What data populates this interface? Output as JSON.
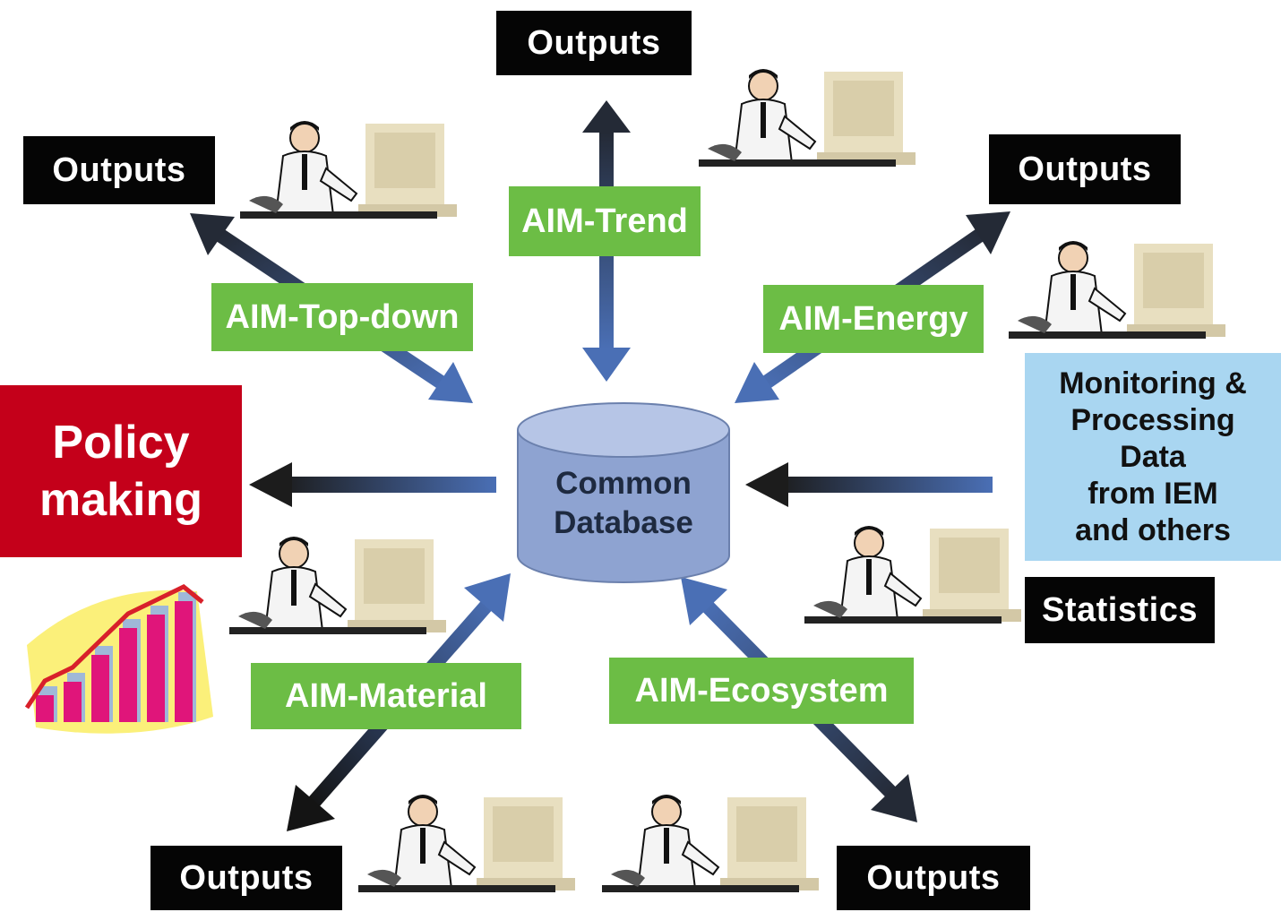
{
  "center": {
    "line1": "Common",
    "line2": "Database"
  },
  "outputs": {
    "top": "Outputs",
    "top_left": "Outputs",
    "top_right": "Outputs",
    "bottom_left": "Outputs",
    "bottom_right": "Outputs"
  },
  "models": {
    "trend": "AIM-Trend",
    "top_down": "AIM-Top-down",
    "energy": "AIM-Energy",
    "material": "AIM-Material",
    "ecosystem": "AIM-Ecosystem"
  },
  "policy": {
    "line1": "Policy",
    "line2": "making"
  },
  "monitoring": {
    "lines": [
      "Monitoring &",
      "Processing",
      "Data",
      "from IEM",
      "and others"
    ]
  },
  "statistics": "Statistics",
  "chart_bar_values": [
    2,
    3,
    5,
    7,
    8,
    9
  ],
  "colors": {
    "arrow_blue": "#4a6fb5",
    "arrow_dark": "#242a36",
    "model_green": "#6cbd45",
    "policy_red": "#c4001a",
    "monitor_blue": "#a9d6f1",
    "database": "#8ea3d1"
  },
  "icons": [
    "person-at-computer-icon",
    "growth-chart-icon",
    "database-icon"
  ]
}
